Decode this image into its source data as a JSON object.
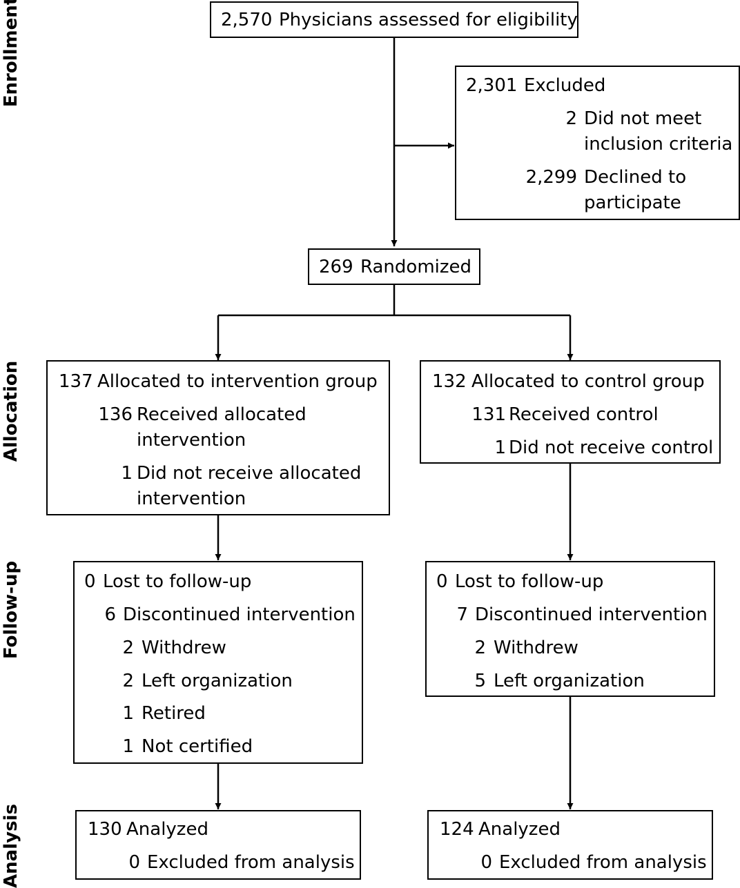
{
  "stages": {
    "enrollment": "Enrollment",
    "allocation": "Allocation",
    "followup": "Follow-up",
    "analysis": "Analysis"
  },
  "assessed": {
    "count": "2,570",
    "label": "Physicians assessed for eligibility"
  },
  "excluded": {
    "count": "2,301",
    "label": "Excluded",
    "reasons": [
      {
        "count": "2",
        "line1": "Did not meet",
        "line2": "inclusion criteria"
      },
      {
        "count": "2,299",
        "line1": "Declined to",
        "line2": "participate"
      }
    ]
  },
  "randomized": {
    "count": "269",
    "label": "Randomized"
  },
  "intervention": {
    "allocation": {
      "count": "137",
      "label": "Allocated to intervention group",
      "received": {
        "count": "136",
        "line1": "Received allocated",
        "line2": "intervention"
      },
      "not_received": {
        "count": "1",
        "line1": "Did not receive allocated",
        "line2": "intervention"
      }
    },
    "followup": {
      "lost": {
        "count": "0",
        "label": "Lost to follow-up"
      },
      "discontinued": {
        "count": "6",
        "label": "Discontinued intervention"
      },
      "reasons": [
        {
          "count": "2",
          "label": "Withdrew"
        },
        {
          "count": "2",
          "label": "Left organization"
        },
        {
          "count": "1",
          "label": "Retired"
        },
        {
          "count": "1",
          "label": "Not certified"
        }
      ]
    },
    "analysis": {
      "analyzed": {
        "count": "130",
        "label": "Analyzed"
      },
      "excluded": {
        "count": "0",
        "label": "Excluded from analysis"
      }
    }
  },
  "control": {
    "allocation": {
      "count": "132",
      "label": "Allocated to control group",
      "received": {
        "count": "131",
        "label": "Received control"
      },
      "not_received": {
        "count": "1",
        "label": "Did not receive control"
      }
    },
    "followup": {
      "lost": {
        "count": "0",
        "label": "Lost to follow-up"
      },
      "discontinued": {
        "count": "7",
        "label": "Discontinued intervention"
      },
      "reasons": [
        {
          "count": "2",
          "label": "Withdrew"
        },
        {
          "count": "5",
          "label": "Left organization"
        }
      ]
    },
    "analysis": {
      "analyzed": {
        "count": "124",
        "label": "Analyzed"
      },
      "excluded": {
        "count": "0",
        "label": "Excluded from analysis"
      }
    }
  }
}
